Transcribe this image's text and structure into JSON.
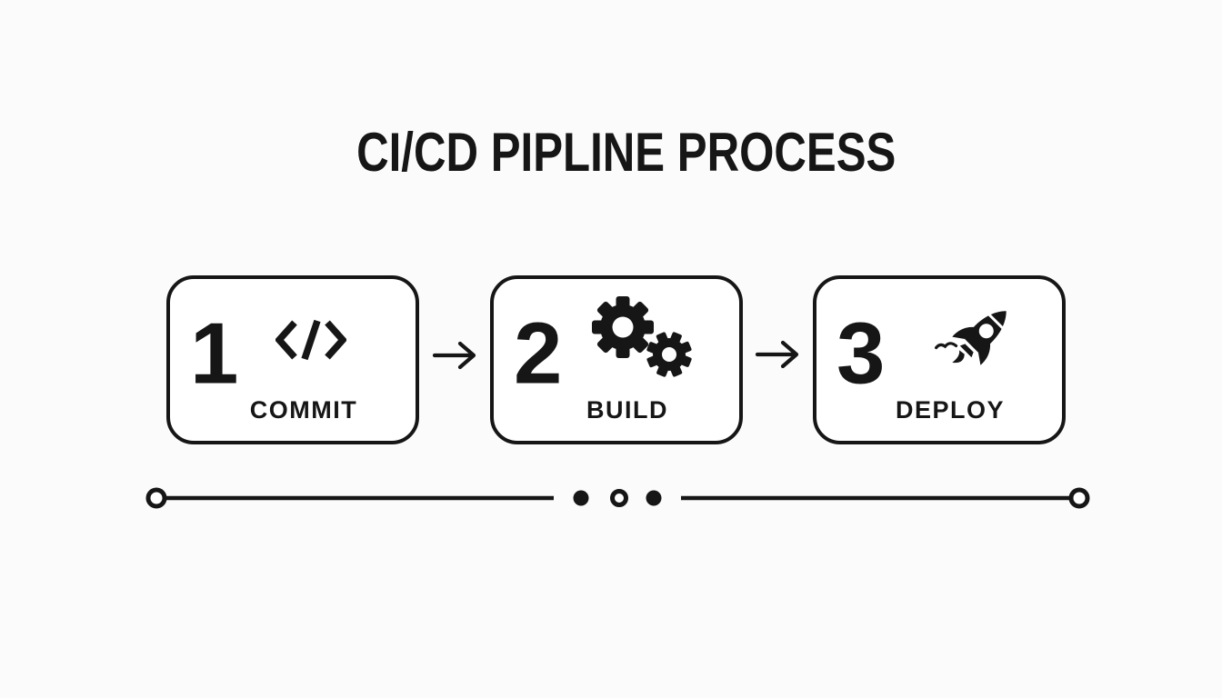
{
  "title": "CI/CD PIPLINE PROCESS",
  "steps": [
    {
      "number": "1",
      "label": "COMMIT",
      "icon": "code-icon",
      "glyph": "</>"
    },
    {
      "number": "2",
      "label": "BUILD",
      "icon": "gears-icon"
    },
    {
      "number": "3",
      "label": "DEPLOY",
      "icon": "rocket-icon"
    }
  ],
  "connectors": [
    {
      "type": "arrow-right"
    },
    {
      "type": "arrow-right"
    }
  ],
  "progress_line": {
    "left_endpoint": "open-circle",
    "right_endpoint": "open-circle",
    "middle_dots": [
      "filled-dot",
      "open-dot",
      "filled-dot"
    ]
  },
  "colors": {
    "background": "#fbfbfb",
    "ink": "#161616",
    "box_background": "#ffffff"
  }
}
